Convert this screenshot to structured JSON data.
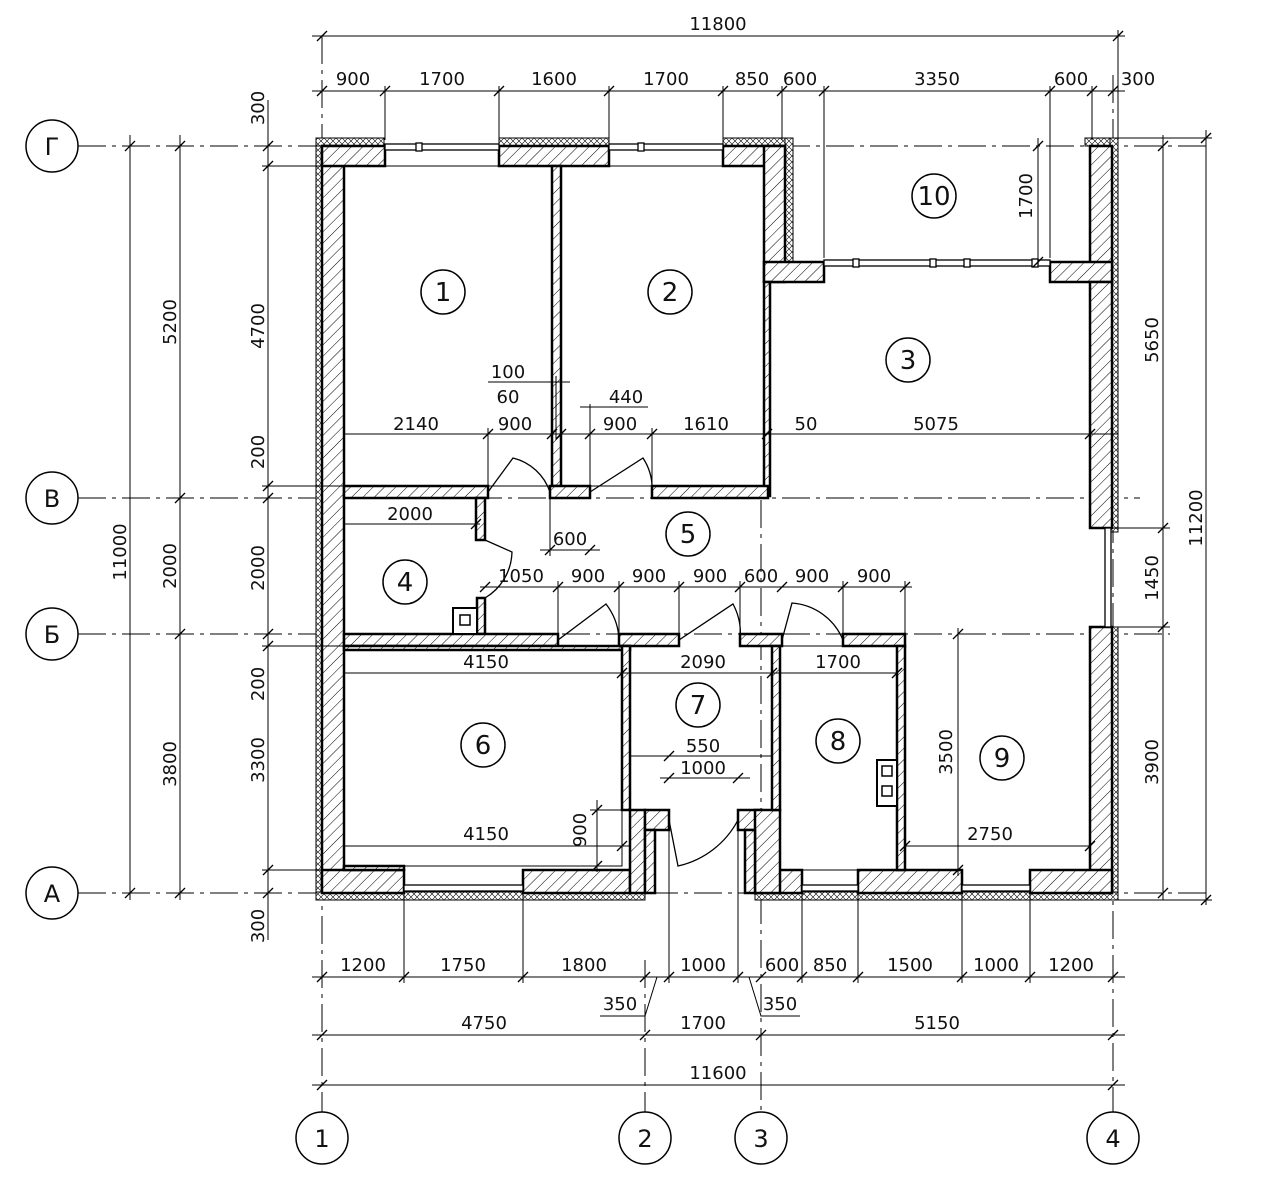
{
  "axes": {
    "horizontal": [
      "Г",
      "В",
      "Б",
      "А"
    ],
    "vertical": [
      "1",
      "2",
      "3",
      "4"
    ]
  },
  "rooms": [
    "1",
    "2",
    "3",
    "4",
    "5",
    "6",
    "7",
    "8",
    "9",
    "10"
  ],
  "dims": {
    "top_total": "11800",
    "top_chain": [
      "900",
      "1700",
      "1600",
      "1700",
      "850",
      "600",
      "3350",
      "600",
      "300"
    ],
    "bottom_chain": [
      "1200",
      "1750",
      "1800",
      "1000",
      "600",
      "850",
      "1500",
      "1000",
      "1200"
    ],
    "bottom_350_left": "350",
    "bottom_350_right": "350",
    "bottom_axes": [
      "4750",
      "1700",
      "5150"
    ],
    "bottom_total": "11600",
    "left_outer": "11000",
    "left_mid": [
      "5200",
      "2000",
      "3800"
    ],
    "left_inner": [
      "300",
      "4700",
      "200",
      "2000",
      "200",
      "3300",
      "300"
    ],
    "right_inner": [
      "5650",
      "1450",
      "3900"
    ],
    "right_total": "11200",
    "right_1700": "1700",
    "int_2140": "2140",
    "int_900_a": "900",
    "int_900_b": "900",
    "int_1610": "1610",
    "int_100": "100",
    "int_60": "60",
    "int_440": "440",
    "int_50": "50",
    "int_5075": "5075",
    "int_2000": "2000",
    "int_600": "600",
    "int_row": [
      "1050",
      "900",
      "900",
      "900",
      "600",
      "900",
      "900"
    ],
    "int_4150_top": "4150",
    "int_2090": "2090",
    "int_1700": "1700",
    "int_4150_bot": "4150",
    "int_550": "550",
    "int_1000": "1000",
    "int_900_v": "900",
    "int_3500": "3500",
    "int_2750": "2750"
  }
}
